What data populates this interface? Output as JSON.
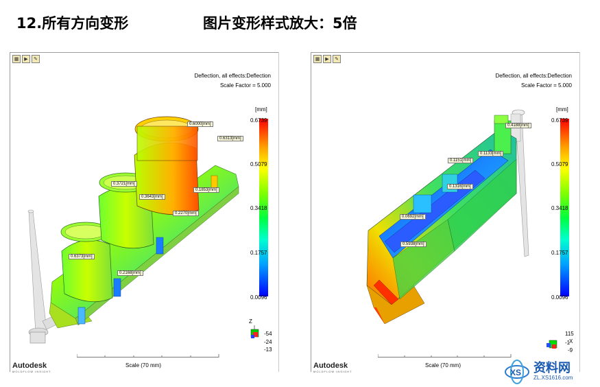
{
  "slide": {
    "title": "12.所有方向变形",
    "subtitle": "图片变形样式放大：5倍"
  },
  "left_view": {
    "toolbar_icons": [
      "plot-icon",
      "animate-icon",
      "options-icon"
    ],
    "plot_title": "Deflection, all effects:Deflection",
    "scale_factor": "Scale Factor = 5.000",
    "unit": "[mm]",
    "legend_ticks": [
      "0.6739",
      "0.5079",
      "0.3418",
      "0.1757",
      "0.0096"
    ],
    "callouts": [
      "0.6000[mm]",
      "0.6313[mm]",
      "0.3721[mm]",
      "0.3643[mm]",
      "0.1853[mm]",
      "0.2270[mm]",
      "0.6373[mm]",
      "0.2168[mm]"
    ],
    "triad": {
      "axis": "Z",
      "values": [
        "-54",
        "-24",
        "-13"
      ]
    },
    "scale_label": "Scale (70 mm)",
    "brand": "Autodesk",
    "brand_sub": "MOLDFLOW INSIGHT"
  },
  "right_view": {
    "toolbar_icons": [
      "plot-icon",
      "animate-icon",
      "options-icon"
    ],
    "plot_title": "Deflection, all effects:Deflection",
    "scale_factor": "Scale Factor = 5.000",
    "unit": "[mm]",
    "legend_ticks": [
      "0.6739",
      "0.5079",
      "0.3418",
      "0.1757",
      "0.0096"
    ],
    "callouts": [
      "0.4188[mm]",
      "0.1151[mm]",
      "0.1133[mm]",
      "0.1316[mm]",
      "0.0692[mm]",
      "0.5938[mm]"
    ],
    "triad": {
      "axis": "X",
      "values": [
        "115",
        "-1",
        "-9"
      ]
    },
    "scale_label": "Scale (70 mm)",
    "brand": "Autodesk",
    "brand_sub": "MOLDFLOW INSIGHT"
  },
  "watermark": {
    "text": "资料网",
    "url": "ZL.XS1616.com"
  },
  "colors": {
    "max": "#ff0000",
    "mid": "#00ff00",
    "min": "#0000ff"
  }
}
